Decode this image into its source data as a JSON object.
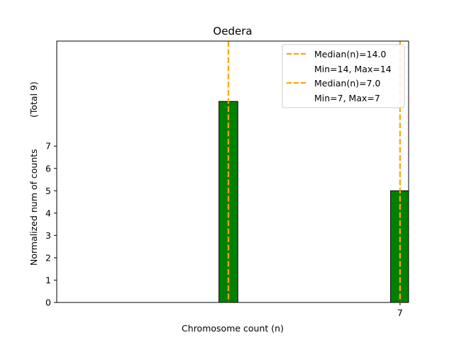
{
  "chart_data": {
    "type": "bar",
    "title": "Oedera",
    "xlabel": "Chromosome count (n)",
    "ylabel": "Normalized num of counts",
    "ylabel_total": "(Total 9)",
    "xlim": [
      -1.0,
      7.2
    ],
    "ylim": [
      0,
      11.7
    ],
    "x_ticks": [
      7
    ],
    "x_tick_labels": [
      "7"
    ],
    "y_ticks": [
      0,
      1,
      2,
      3,
      4,
      5,
      6,
      7
    ],
    "bars": [
      {
        "x": 3,
        "value": 9.0,
        "color": "#008000"
      },
      {
        "x": 7,
        "value": 5.0,
        "color": "#008000"
      }
    ],
    "median_lines": [
      {
        "x": 3,
        "color": "#FFA500"
      },
      {
        "x": 7,
        "color": "#FFA500"
      }
    ],
    "legend": {
      "placement": "top-right",
      "entries": [
        {
          "label": "Median(n)=14.0",
          "sub": "Min=14, Max=14",
          "color": "#FFA500",
          "style": "dashed"
        },
        {
          "label": "Median(n)=7.0",
          "sub": "Min=7, Max=7",
          "color": "#FFA500",
          "style": "dashed"
        }
      ]
    },
    "grid": false
  }
}
